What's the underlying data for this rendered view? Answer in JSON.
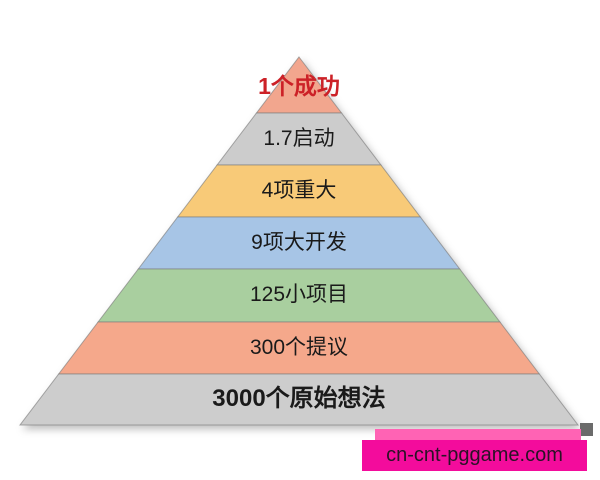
{
  "pyramid": {
    "layers": [
      {
        "label": "1个成功",
        "color": "#f2a68e",
        "text_color": "#cc2127"
      },
      {
        "label": "1.7启动",
        "color": "#cccccc",
        "text_color": "#1a1a1a"
      },
      {
        "label": "4项重大",
        "color": "#f8ca78",
        "text_color": "#1a1a1a"
      },
      {
        "label": "9项大开发",
        "color": "#a7c5e6",
        "text_color": "#1a1a1a"
      },
      {
        "label": "125小项目",
        "color": "#a9cf9f",
        "text_color": "#1a1a1a"
      },
      {
        "label": "300个提议",
        "color": "#f5a88b",
        "text_color": "#1a1a1a"
      },
      {
        "label": "3000个原始想法",
        "color": "#cdcdcd",
        "text_color": "#1a1a1a"
      }
    ]
  },
  "badge": {
    "text": "cn-cnt-pggame.com",
    "background": "#f30c9c",
    "highlight_color": "#ff63b4",
    "shadow_color": "#6b6b6b",
    "text_color": "#2a1226"
  }
}
